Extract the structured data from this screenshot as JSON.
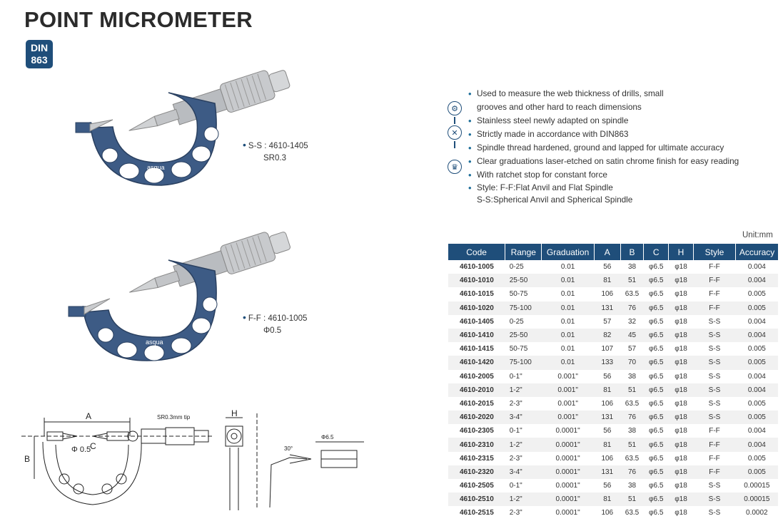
{
  "header": {
    "title": "POINT MICROMETER",
    "badge_line1": "DIN",
    "badge_line2": "863"
  },
  "products": [
    {
      "style_line": "S-S : 4610-1405",
      "tip_line": "SR0.3",
      "brand": "asqua"
    },
    {
      "style_line": "F-F : 4610-1005",
      "tip_line": "Φ0.5",
      "brand": "asqua"
    }
  ],
  "features": [
    "Used to measure the web thickness of drills, small",
    "grooves and other hard to reach dimensions",
    "Stainless steel newly adapted on spindle",
    "Strictly made in accordance with DIN863",
    "Spindle thread hardened, ground and lapped for ultimate accuracy",
    "Clear graduations laser-etched on satin chrome finish for easy reading",
    "With ratchet stop for constant force",
    "Style: F-F:Flat Anvil and Flat Spindle",
    "S-S:Spherical Anvil and Spherical Spindle"
  ],
  "icons": [
    "gear-icon",
    "tools-icon",
    "trophy-icon"
  ],
  "colors": {
    "brand": "#1f4e7a",
    "body": "#3d5b85",
    "row_alt": "#f1f1f1"
  },
  "table": {
    "unit": "Unit:mm",
    "columns": [
      "Code",
      "Range",
      "Graduation",
      "A",
      "B",
      "C",
      "H",
      "Style",
      "Accuracy"
    ],
    "rows": [
      [
        "4610-1005",
        "0-25",
        "0.01",
        "56",
        "38",
        "φ6.5",
        "φ18",
        "F-F",
        "0.004"
      ],
      [
        "4610-1010",
        "25-50",
        "0.01",
        "81",
        "51",
        "φ6.5",
        "φ18",
        "F-F",
        "0.004"
      ],
      [
        "4610-1015",
        "50-75",
        "0.01",
        "106",
        "63.5",
        "φ6.5",
        "φ18",
        "F-F",
        "0.005"
      ],
      [
        "4610-1020",
        "75-100",
        "0.01",
        "131",
        "76",
        "φ6.5",
        "φ18",
        "F-F",
        "0.005"
      ],
      [
        "4610-1405",
        "0-25",
        "0.01",
        "57",
        "32",
        "φ6.5",
        "φ18",
        "S-S",
        "0.004"
      ],
      [
        "4610-1410",
        "25-50",
        "0.01",
        "82",
        "45",
        "φ6.5",
        "φ18",
        "S-S",
        "0.004"
      ],
      [
        "4610-1415",
        "50-75",
        "0.01",
        "107",
        "57",
        "φ6.5",
        "φ18",
        "S-S",
        "0.005"
      ],
      [
        "4610-1420",
        "75-100",
        "0.01",
        "133",
        "70",
        "φ6.5",
        "φ18",
        "S-S",
        "0.005"
      ],
      [
        "4610-2005",
        "0-1\"",
        "0.001\"",
        "56",
        "38",
        "φ6.5",
        "φ18",
        "S-S",
        "0.004"
      ],
      [
        "4610-2010",
        "1-2\"",
        "0.001\"",
        "81",
        "51",
        "φ6.5",
        "φ18",
        "S-S",
        "0.004"
      ],
      [
        "4610-2015",
        "2-3\"",
        "0.001\"",
        "106",
        "63.5",
        "φ6.5",
        "φ18",
        "S-S",
        "0.005"
      ],
      [
        "4610-2020",
        "3-4\"",
        "0.001\"",
        "131",
        "76",
        "φ6.5",
        "φ18",
        "S-S",
        "0.005"
      ],
      [
        "4610-2305",
        "0-1\"",
        "0.0001\"",
        "56",
        "38",
        "φ6.5",
        "φ18",
        "F-F",
        "0.004"
      ],
      [
        "4610-2310",
        "1-2\"",
        "0.0001\"",
        "81",
        "51",
        "φ6.5",
        "φ18",
        "F-F",
        "0.004"
      ],
      [
        "4610-2315",
        "2-3\"",
        "0.0001\"",
        "106",
        "63.5",
        "φ6.5",
        "φ18",
        "F-F",
        "0.005"
      ],
      [
        "4610-2320",
        "3-4\"",
        "0.0001\"",
        "131",
        "76",
        "φ6.5",
        "φ18",
        "F-F",
        "0.005"
      ],
      [
        "4610-2505",
        "0-1\"",
        "0.0001\"",
        "56",
        "38",
        "φ6.5",
        "φ18",
        "S-S",
        "0.00015"
      ],
      [
        "4610-2510",
        "1-2\"",
        "0.0001\"",
        "81",
        "51",
        "φ6.5",
        "φ18",
        "S-S",
        "0.00015"
      ],
      [
        "4610-2515",
        "2-3\"",
        "0.0001\"",
        "106",
        "63.5",
        "φ6.5",
        "φ18",
        "S-S",
        "0.0002"
      ]
    ]
  },
  "drawing": {
    "label_a": "A",
    "label_b": "B",
    "label_c": "C",
    "label_h": "H",
    "label_phi": "Φ 0.5",
    "label_tip": "SR0.3mm tip",
    "label_angle": "30°",
    "label_dia": "Φ6.5"
  }
}
